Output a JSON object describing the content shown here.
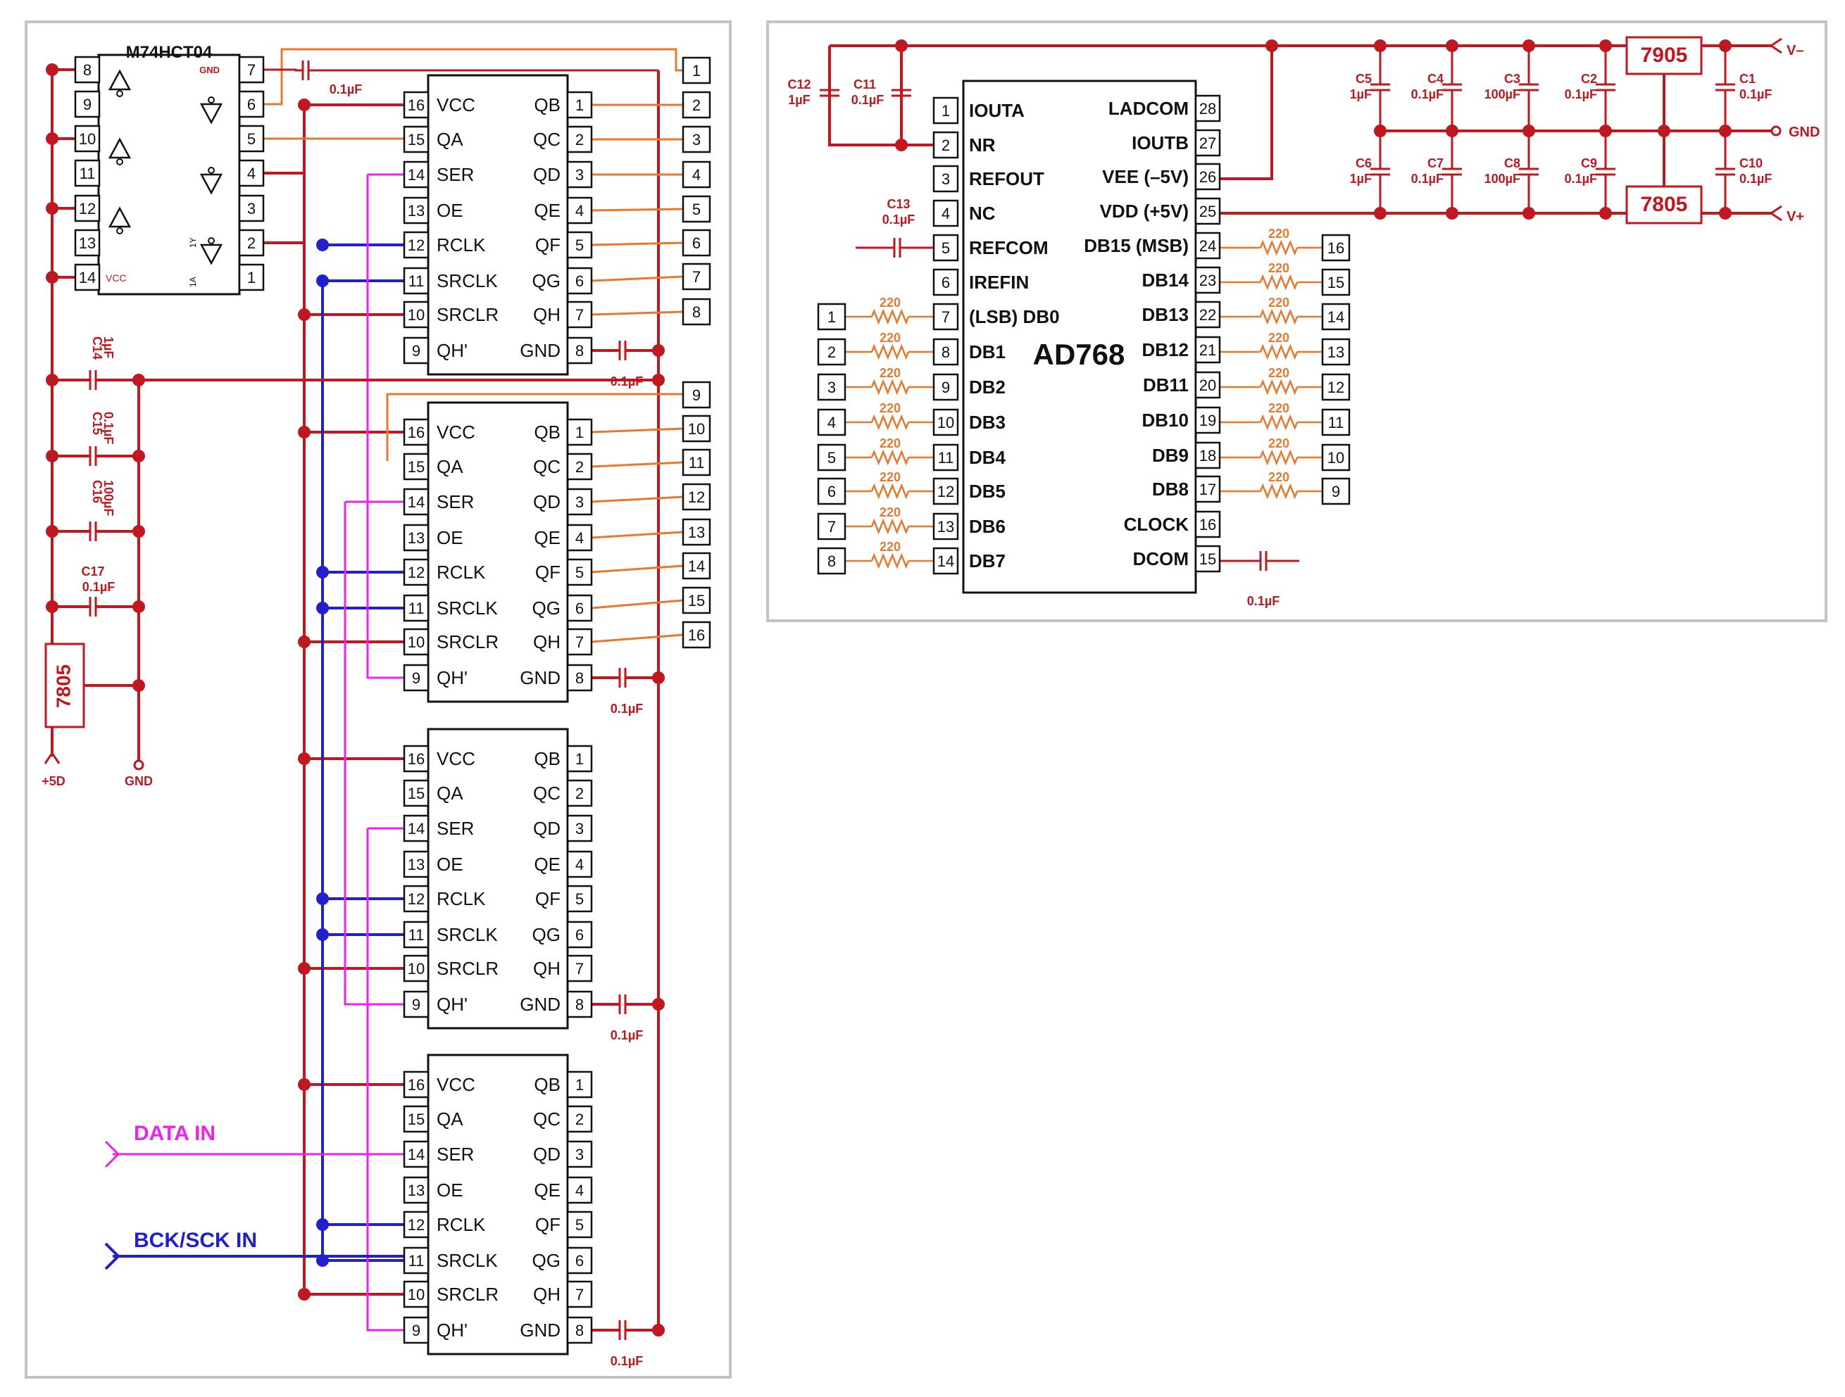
{
  "colors": {
    "power": "#c0181e",
    "bus": "#e8782c",
    "data_line": "#f020f0",
    "clock_line": "#2020d0",
    "resistor": "#e8782c",
    "ink": "#111111",
    "panel_border": "#c4c4c4"
  },
  "inverter": {
    "part": "M74HCT04",
    "gnd_label": "GND",
    "vcc_label": "VCC",
    "y1_label": "1Y",
    "a1_label": "1A",
    "left_pins": [
      "8",
      "9",
      "10",
      "11",
      "12",
      "13",
      "14"
    ],
    "right_pins": [
      "7",
      "6",
      "5",
      "4",
      "3",
      "2",
      "1"
    ]
  },
  "shift_registers": {
    "left_labels": [
      "VCC",
      "QA",
      "SER",
      "OE",
      "RCLK",
      "SRCLK",
      "SRCLR",
      "QH'"
    ],
    "left_pins": [
      "16",
      "15",
      "14",
      "13",
      "12",
      "11",
      "10",
      "9"
    ],
    "right_labels": [
      "QB",
      "QC",
      "QD",
      "QE",
      "QF",
      "QG",
      "QH",
      "GND"
    ],
    "right_pins": [
      "1",
      "2",
      "3",
      "4",
      "5",
      "6",
      "7",
      "8"
    ],
    "decoupling_cap": "0.1µF"
  },
  "header_pins_top": [
    "1",
    "2",
    "3",
    "4",
    "5",
    "6",
    "7",
    "8"
  ],
  "header_pins_bottom": [
    "9",
    "10",
    "11",
    "12",
    "13",
    "14",
    "15",
    "16"
  ],
  "supply_left": {
    "caps": [
      {
        "name": "C14",
        "value": "1µF"
      },
      {
        "name": "C15",
        "value": "0.1µF"
      },
      {
        "name": "C16",
        "value": "100µF"
      },
      {
        "name": "C17",
        "value": "0.1µF"
      }
    ],
    "regulator": "7805",
    "out_label": "+5D",
    "gnd_label": "GND",
    "c0_value": "0.1µF"
  },
  "inputs": {
    "data": "DATA IN",
    "clock": "BCK/SCK IN"
  },
  "dac": {
    "part": "AD768",
    "left": [
      {
        "pin": "1",
        "label": "IOUTA"
      },
      {
        "pin": "2",
        "label": "NR"
      },
      {
        "pin": "3",
        "label": "REFOUT"
      },
      {
        "pin": "4",
        "label": "NC"
      },
      {
        "pin": "5",
        "label": "REFCOM"
      },
      {
        "pin": "6",
        "label": "IREFIN"
      },
      {
        "pin": "7",
        "label": "(LSB) DB0"
      },
      {
        "pin": "8",
        "label": "DB1"
      },
      {
        "pin": "9",
        "label": "DB2"
      },
      {
        "pin": "10",
        "label": "DB3"
      },
      {
        "pin": "11",
        "label": "DB4"
      },
      {
        "pin": "12",
        "label": "DB5"
      },
      {
        "pin": "13",
        "label": "DB6"
      },
      {
        "pin": "14",
        "label": "DB7"
      }
    ],
    "right": [
      {
        "pin": "28",
        "label": "LADCOM"
      },
      {
        "pin": "27",
        "label": "IOUTB"
      },
      {
        "pin": "26",
        "label": "VEE (–5V)"
      },
      {
        "pin": "25",
        "label": "VDD (+5V)"
      },
      {
        "pin": "24",
        "label": "DB15 (MSB)"
      },
      {
        "pin": "23",
        "label": "DB14"
      },
      {
        "pin": "22",
        "label": "DB13"
      },
      {
        "pin": "21",
        "label": "DB12"
      },
      {
        "pin": "20",
        "label": "DB11"
      },
      {
        "pin": "19",
        "label": "DB10"
      },
      {
        "pin": "18",
        "label": "DB9"
      },
      {
        "pin": "17",
        "label": "DB8"
      },
      {
        "pin": "16",
        "label": "CLOCK"
      },
      {
        "pin": "15",
        "label": "DCOM"
      }
    ],
    "resistor_value": "220",
    "left_connector_pins": [
      "1",
      "2",
      "3",
      "4",
      "5",
      "6",
      "7",
      "8"
    ],
    "right_connector_pins": [
      "16",
      "15",
      "14",
      "13",
      "12",
      "11",
      "10",
      "9"
    ],
    "caps": [
      {
        "name": "C12",
        "value": "1µF"
      },
      {
        "name": "C11",
        "value": "0.1µF"
      },
      {
        "name": "C13",
        "value": "0.1µF"
      }
    ],
    "dcom_cap": "0.1µF"
  },
  "supply_right": {
    "reg_neg": "7905",
    "reg_pos": "7805",
    "vneg": "V–",
    "vpos": "V+",
    "gnd": "GND",
    "top_caps": [
      {
        "name": "C5",
        "value": "1µF"
      },
      {
        "name": "C4",
        "value": "0.1µF"
      },
      {
        "name": "C3",
        "value": "100µF"
      },
      {
        "name": "C2",
        "value": "0.1µF"
      },
      {
        "name": "C1",
        "value": "0.1µF"
      }
    ],
    "bottom_caps": [
      {
        "name": "C6",
        "value": "1µF"
      },
      {
        "name": "C7",
        "value": "0.1µF"
      },
      {
        "name": "C8",
        "value": "100µF"
      },
      {
        "name": "C9",
        "value": "0.1µF"
      },
      {
        "name": "C10",
        "value": "0.1µF"
      }
    ]
  }
}
